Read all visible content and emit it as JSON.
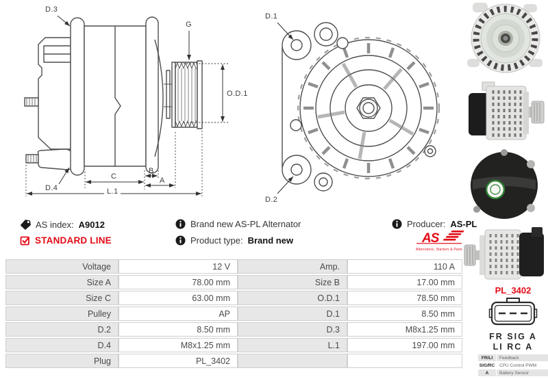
{
  "colors": {
    "red": "#e30b17",
    "line": "#4d4d4d",
    "table_label_bg": "#e7e7e7"
  },
  "diagrams": {
    "side": {
      "d3": "D.3",
      "g": "G",
      "od1": "O.D.1",
      "d4": "D.4",
      "c": "C",
      "b": "B",
      "a": "A",
      "l1": "L.1"
    },
    "front": {
      "d1": "D.1",
      "d2": "D.2"
    }
  },
  "info": {
    "as_index_label": "AS index:",
    "as_index_value": "A9012",
    "standard_line": "STANDARD LINE",
    "brand_new": "Brand new AS-PL Alternator",
    "product_type_label": "Product type:",
    "product_type_value": "Brand new",
    "producer_label": "Producer:",
    "producer_value": "AS-PL",
    "logo_text": "AS",
    "logo_tagline": "Alternators, Starters & Parts"
  },
  "spec_table": {
    "rows": [
      {
        "l1": "Voltage",
        "v1": "12 V",
        "l2": "Amp.",
        "v2": "110 A"
      },
      {
        "l1": "Size A",
        "v1": "78.00 mm",
        "l2": "Size B",
        "v2": "17.00 mm"
      },
      {
        "l1": "Size C",
        "v1": "63.00 mm",
        "l2": "O.D.1",
        "v2": "78.50 mm"
      },
      {
        "l1": "Pulley",
        "v1": "AP",
        "l2": "D.1",
        "v2": "8.50 mm"
      },
      {
        "l1": "D.2",
        "v1": "8.50 mm",
        "l2": "D.3",
        "v2": "M8x1.25 mm"
      },
      {
        "l1": "D.4",
        "v1": "M8x1.25 mm",
        "l2": "L.1",
        "v2": "197.00 mm"
      },
      {
        "l1": "Plug",
        "v1": "PL_3402",
        "l2": "",
        "v2": ""
      }
    ]
  },
  "plug": {
    "title": "PL_3402",
    "pins_row1": "FR SIG A",
    "pins_row2": "LI RC A",
    "legend": [
      {
        "key": "FR/LI",
        "desc": "Feedback"
      },
      {
        "key": "SIG/RC",
        "desc": "CPU Control PWM"
      },
      {
        "key": "A",
        "desc": "Battery Sensor"
      },
      {
        "key": "",
        "desc": ""
      }
    ]
  }
}
